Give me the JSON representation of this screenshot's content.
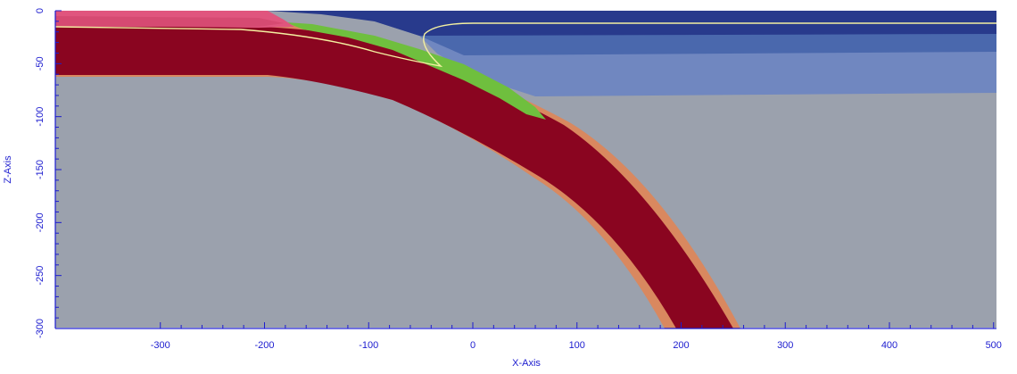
{
  "x_axis": {
    "title": "X-Axis",
    "ticks": [
      {
        "value": -300,
        "label": "-300"
      },
      {
        "value": -200,
        "label": "-200"
      },
      {
        "value": -100,
        "label": "-100"
      },
      {
        "value": 0,
        "label": "0"
      },
      {
        "value": 100,
        "label": "100"
      },
      {
        "value": 200,
        "label": "200"
      },
      {
        "value": 300,
        "label": "300"
      },
      {
        "value": 400,
        "label": "400"
      },
      {
        "value": 500,
        "label": "500"
      }
    ]
  },
  "z_axis": {
    "title": "Z-Axis",
    "ticks": [
      {
        "value": 0,
        "label": "0"
      },
      {
        "value": -50,
        "label": "-50"
      },
      {
        "value": -100,
        "label": "-100"
      },
      {
        "value": -150,
        "label": "-150"
      },
      {
        "value": -200,
        "label": "-200"
      },
      {
        "value": -250,
        "label": "-250"
      },
      {
        "value": -300,
        "label": "-300"
      }
    ]
  },
  "colors": {
    "axis": "#1c1ccf",
    "mantle": "#9ba1ad",
    "slab": "#8a0520",
    "slab_rim": "#d9885f",
    "sediment": "#6fbf3e",
    "crust_pink": "#e0557e",
    "ocean_deep": "#283a8c",
    "ocean_mid": "#4a68ad",
    "ocean_light": "#7087c0",
    "contour": "#f4f0a0"
  }
}
